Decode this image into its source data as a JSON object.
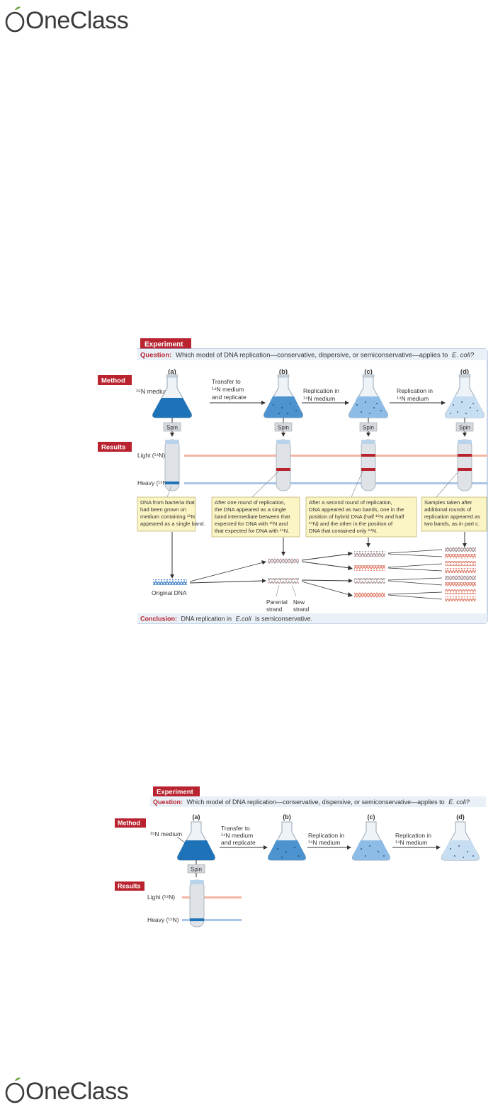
{
  "logo": {
    "text": "OneClass"
  },
  "figure1": {
    "experiment_tag": "Experiment",
    "question_label": "Question:",
    "question_text": "Which model of DNA replication—conservative, dispersive, or semiconservative—applies to",
    "question_organism": "E. coli?",
    "method_tag": "Method",
    "results_tag": "Results",
    "step_labels": [
      "(a)",
      "(b)",
      "(c)",
      "(d)"
    ],
    "medium_label": "¹⁵N medium",
    "arrow_labels": [
      [
        "Transfer to",
        "¹⁴N medium",
        "and replicate"
      ],
      [
        "Replication in",
        "¹⁴N medium"
      ],
      [
        "Replication in",
        "¹⁴N medium"
      ]
    ],
    "spin_label": "Spin",
    "light_label": "Light (¹⁴N)",
    "heavy_label": "Heavy (¹⁵N)",
    "notes": [
      [
        "DNA from bacteria that",
        "had been grown on",
        "medium containing ¹⁵N",
        "appeared as a single band."
      ],
      [
        "After one round of replication,",
        "the DNA appeared as a single",
        "band intermediate between that",
        "expected for DNA with ¹⁵N and",
        "that expected for DNA with ¹⁴N."
      ],
      [
        "After a second round of replication,",
        "DNA appeared as two bands, one in the",
        "position of hybrid DNA (half ¹⁵N and half",
        "¹⁴N) and the other in the position of",
        "DNA that contained only ¹⁴N."
      ],
      [
        "Samples taken after",
        "additional rounds of",
        "replication appeared as",
        "two bands, as in part c."
      ]
    ],
    "original_dna_label": "Original DNA",
    "parental_label": [
      "Parental",
      "strand"
    ],
    "new_label": [
      "New",
      "strand"
    ],
    "conclusion_label": "Conclusion:",
    "conclusion_text": "DNA replication in",
    "conclusion_organism": "E.coli",
    "conclusion_end": "is semiconservative."
  },
  "figure2": {
    "experiment_tag": "Experiment",
    "question_label": "Question:",
    "question_text": "Which model of DNA replication—conservative, dispersive, or semiconservative—applies to",
    "question_organism": "E. coli?",
    "method_tag": "Method",
    "results_tag": "Results",
    "step_labels": [
      "(a)",
      "(b)",
      "(c)",
      "(d)"
    ],
    "medium_label": "¹⁵N medium",
    "arrow_labels": [
      [
        "Transfer to",
        "¹⁴N medium",
        "and replicate"
      ],
      [
        "Replication in",
        "¹⁴N medium"
      ],
      [
        "Replication in",
        "¹⁴N medium"
      ]
    ],
    "spin_label": "Spin",
    "light_label": "Light (¹⁴N)",
    "heavy_label": "Heavy (¹⁵N)"
  },
  "colors": {
    "tag_red": "#b8232f",
    "light_band": "#f5b5a5",
    "heavy_band": "#a9c6e8",
    "note_fill": "#fbf4c4",
    "note_stroke": "#b8ad6a",
    "flask_deep": "#1e73b8",
    "flask_mid": "#4d93cf",
    "flask_light": "#8dbde6",
    "flask_pale": "#c7def2",
    "question_bg": "#eaf0f7",
    "logo_green": "#6aa33c"
  }
}
